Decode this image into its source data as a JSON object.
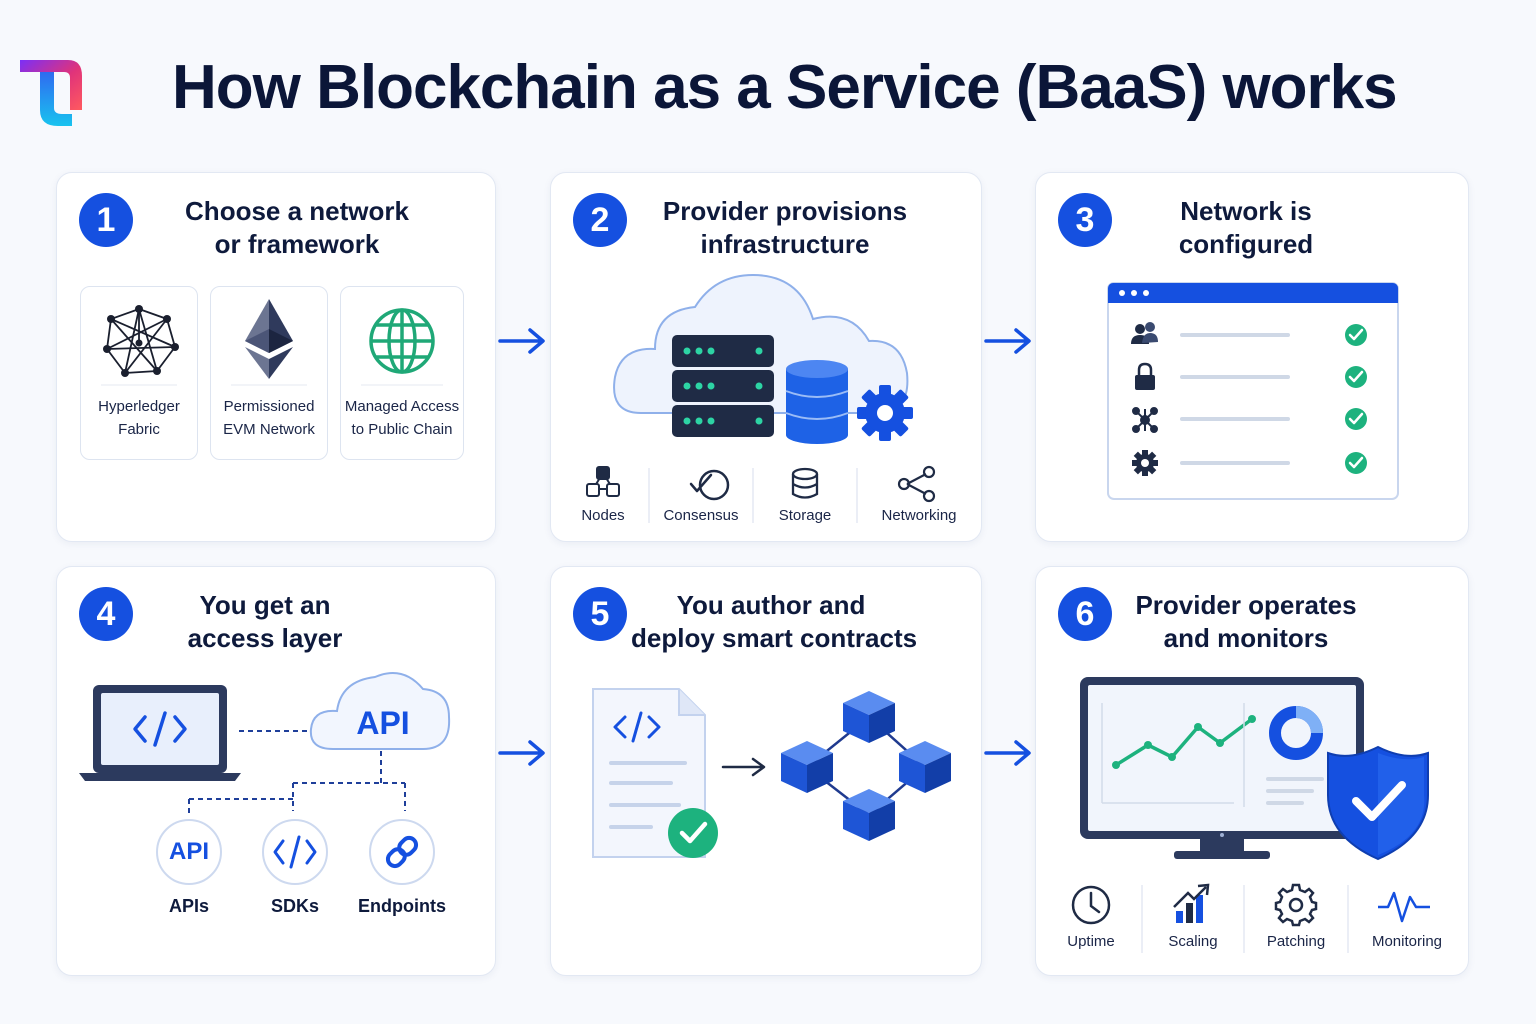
{
  "title": "How Blockchain as a Service (BaaS) works",
  "logo": {
    "icon": "t-logo-icon",
    "colors": [
      "#7b2ff7",
      "#e0337a",
      "#1ab5f0"
    ]
  },
  "colors": {
    "accent": "#1550e0",
    "navy": "#0e1a3c",
    "green": "#1db27e",
    "server": "#1f2b45"
  },
  "steps": [
    {
      "number": "1",
      "title": [
        "Choose a network",
        "or framework"
      ],
      "options": [
        {
          "icon": "hyperledger-network-icon",
          "label": [
            "Hyperledger",
            "Fabric"
          ]
        },
        {
          "icon": "ethereum-icon",
          "label": [
            "Permissioned",
            "EVM Network"
          ]
        },
        {
          "icon": "globe-icon",
          "label": [
            "Managed Access",
            "to Public Chain"
          ]
        }
      ]
    },
    {
      "number": "2",
      "title": [
        "Provider provisions",
        "infrastructure"
      ],
      "items": [
        {
          "icon": "nodes-icon",
          "label": "Nodes"
        },
        {
          "icon": "consensus-icon",
          "label": "Consensus"
        },
        {
          "icon": "storage-icon",
          "label": "Storage"
        },
        {
          "icon": "networking-icon",
          "label": "Networking"
        }
      ]
    },
    {
      "number": "3",
      "title": [
        "Network is",
        "configured"
      ],
      "rows": [
        {
          "icon": "users-icon",
          "status": "check"
        },
        {
          "icon": "lock-icon",
          "status": "check"
        },
        {
          "icon": "network-icon",
          "status": "check"
        },
        {
          "icon": "gear-icon",
          "status": "check"
        }
      ]
    },
    {
      "number": "4",
      "title": [
        "You get an",
        "access layer"
      ],
      "cloud_label": "API",
      "items": [
        {
          "icon": "api-icon",
          "icon_text": "API",
          "label": "APIs"
        },
        {
          "icon": "code-icon",
          "label": "SDKs"
        },
        {
          "icon": "link-icon",
          "label": "Endpoints"
        }
      ]
    },
    {
      "number": "5",
      "title": [
        "You author and",
        "deploy smart contracts"
      ]
    },
    {
      "number": "6",
      "title": [
        "Provider operates",
        "and monitors"
      ],
      "items": [
        {
          "icon": "clock-icon",
          "label": "Uptime"
        },
        {
          "icon": "scaling-icon",
          "label": "Scaling"
        },
        {
          "icon": "gear-icon",
          "label": "Patching"
        },
        {
          "icon": "pulse-icon",
          "label": "Monitoring"
        }
      ]
    }
  ]
}
